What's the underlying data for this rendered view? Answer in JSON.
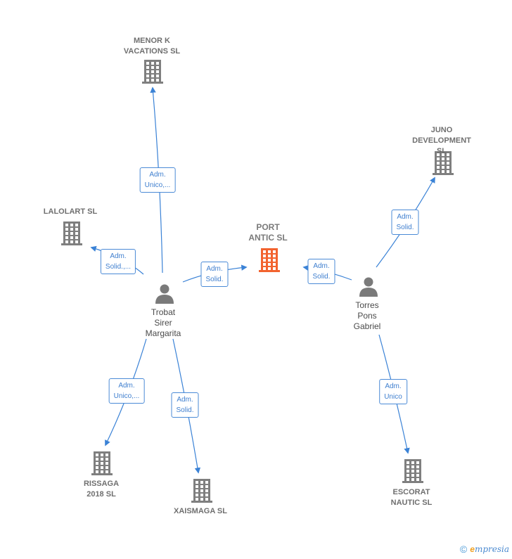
{
  "colors": {
    "edge": "#3a82d6",
    "company": "#7f7f7f",
    "main_company": "#f2632f",
    "person": "#7a7a7a"
  },
  "nodes": {
    "port_antic": {
      "label": "PORT\nANTIC  SL",
      "icon": "building-icon",
      "main": true
    },
    "menor_k": {
      "label": "MENOR K\nVACATIONS  SL",
      "icon": "building-icon"
    },
    "lalolart": {
      "label": "LALOLART SL",
      "icon": "building-icon"
    },
    "juno": {
      "label": "JUNO\nDEVELOPMENT SL",
      "icon": "building-icon"
    },
    "rissaga": {
      "label": "RISSAGA\n2018  SL",
      "icon": "building-icon"
    },
    "xaismaga": {
      "label": "XAISMAGA  SL",
      "icon": "building-icon"
    },
    "escorat": {
      "label": "ESCORAT\nNAUTIC SL",
      "icon": "building-icon"
    },
    "trobat": {
      "label": "Trobat\nSirer\nMargarita",
      "icon": "person-icon"
    },
    "torres": {
      "label": "Torres\nPons\nGabriel",
      "icon": "person-icon"
    }
  },
  "edges": [
    {
      "from": "trobat",
      "to": "menor_k",
      "label": "Adm.\nUnico,..."
    },
    {
      "from": "trobat",
      "to": "lalolart",
      "label": "Adm.\nSolid.,..."
    },
    {
      "from": "trobat",
      "to": "port_antic",
      "label": "Adm.\nSolid."
    },
    {
      "from": "trobat",
      "to": "rissaga",
      "label": "Adm.\nUnico,..."
    },
    {
      "from": "trobat",
      "to": "xaismaga",
      "label": "Adm.\nSolid."
    },
    {
      "from": "torres",
      "to": "port_antic",
      "label": "Adm.\nSolid."
    },
    {
      "from": "torres",
      "to": "juno",
      "label": "Adm.\nSolid."
    },
    {
      "from": "torres",
      "to": "escorat",
      "label": "Adm.\nUnico"
    }
  ],
  "footer": {
    "copyright": "©",
    "brand_initial": "e",
    "brand_rest": "mpresia"
  }
}
